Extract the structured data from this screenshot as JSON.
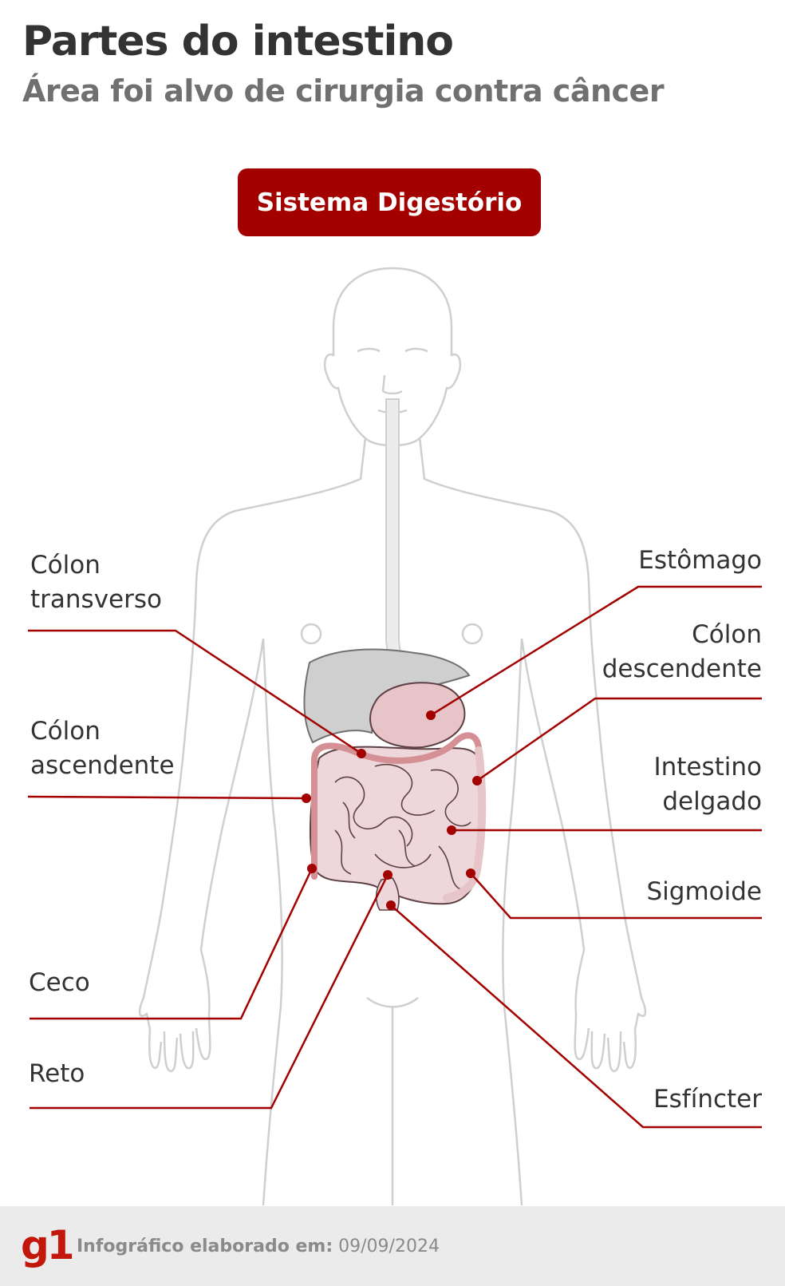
{
  "header": {
    "title": "Partes do intestino",
    "subtitle": "Área foi alvo de cirurgia contra câncer"
  },
  "badge": {
    "label": "Sistema Digestório"
  },
  "labels": {
    "colon_transverso": [
      "Cólon",
      "transverso"
    ],
    "colon_ascendente": [
      "Cólon",
      "ascendente"
    ],
    "ceco": "Ceco",
    "reto": "Reto",
    "estomago": "Estômago",
    "colon_descendente": [
      "Cólon",
      "descendente"
    ],
    "intestino_delgado": [
      "Intestino",
      "delgado"
    ],
    "sigmoide": "Sigmoide",
    "esfincter": "Esfíncter"
  },
  "footer": {
    "logo": "g1",
    "credit_label": "Infográfico elaborado em:",
    "credit_date": "09/09/2024"
  },
  "colors": {
    "accent": "#a30000",
    "brand": "#c4170c",
    "intestine_fill": "#eed7da",
    "intestine_stroke": "#5e4145",
    "colon_band": "#d49094",
    "liver": "#cfcfcf",
    "body_outline": "#cccccc"
  }
}
